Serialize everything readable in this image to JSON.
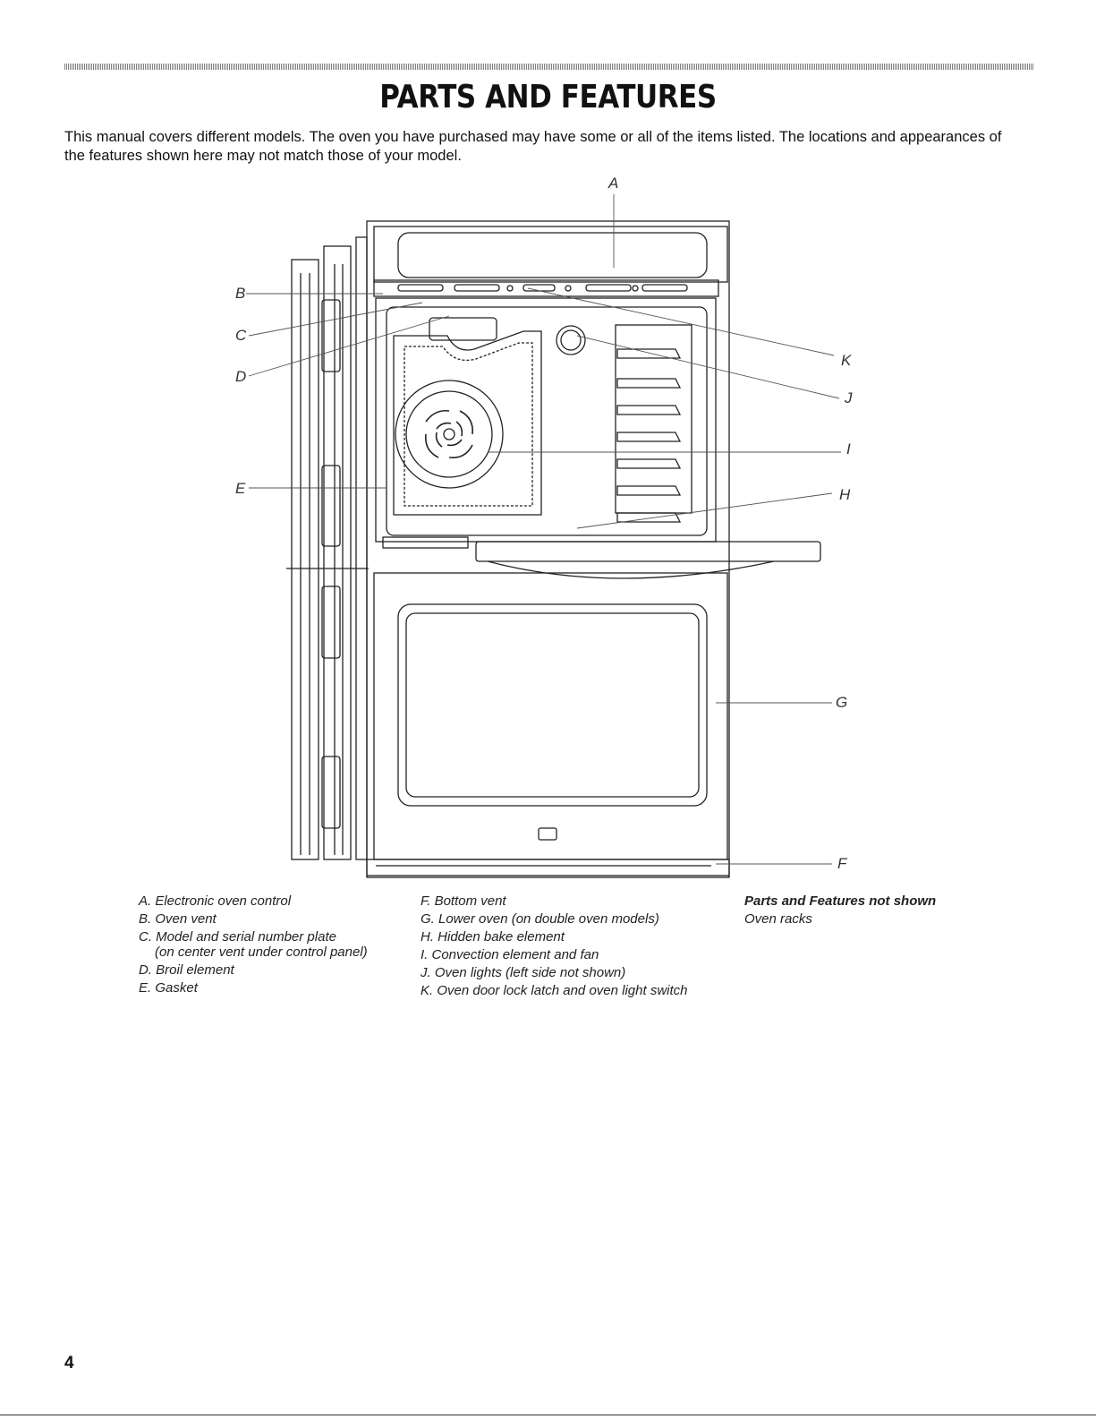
{
  "header": {
    "title": "PARTS AND FEATURES"
  },
  "intro": "This manual covers different models. The oven you have purchased may have some or all of the items listed. The locations and appearances of the features shown here may not match those of your model.",
  "callouts": {
    "A": "A",
    "B": "B",
    "C": "C",
    "D": "D",
    "E": "E",
    "F": "F",
    "G": "G",
    "H": "H",
    "I": "I",
    "J": "J",
    "K": "K"
  },
  "legend": {
    "col1": [
      "A. Electronic oven control",
      "B. Oven vent",
      "C. Model and serial number plate",
      "(on center vent under control panel)",
      "D. Broil element",
      "E. Gasket"
    ],
    "col2": [
      "F. Bottom vent",
      "G. Lower oven (on double oven models)",
      "H. Hidden bake element",
      "I. Convection element and fan",
      "J. Oven lights (left side not shown)",
      "K. Oven door lock latch and oven light switch"
    ],
    "col3_title": "Parts and Features not shown",
    "col3": [
      "Oven racks"
    ]
  },
  "page_number": "4"
}
